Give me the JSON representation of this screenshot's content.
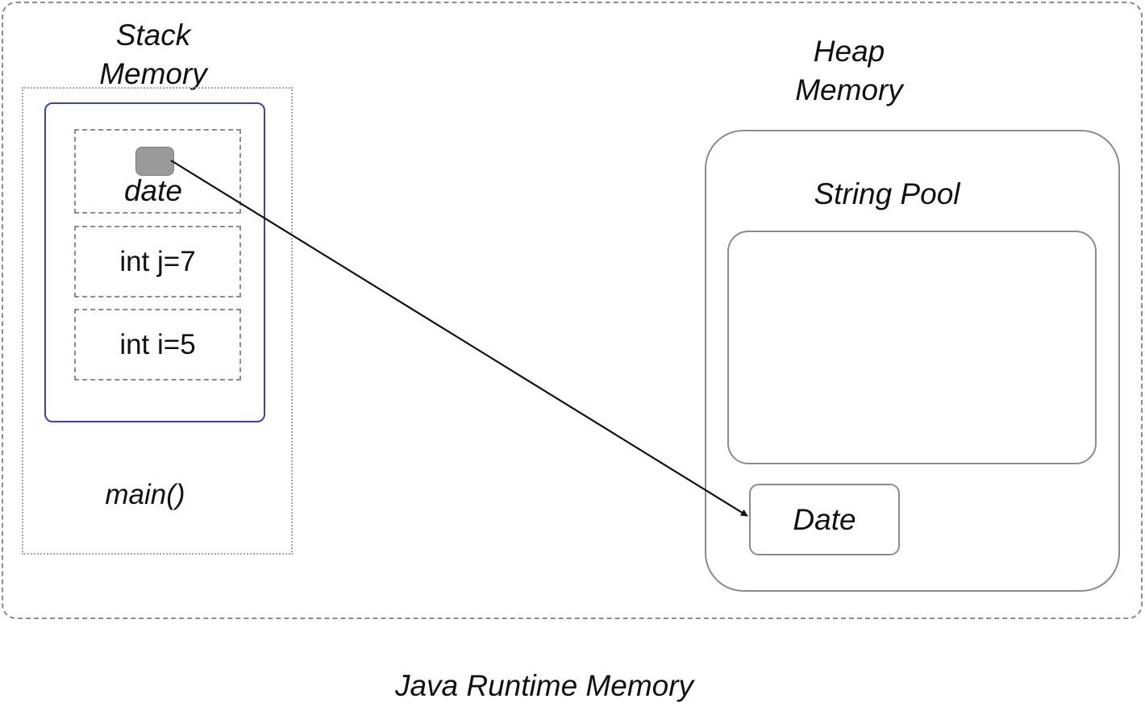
{
  "diagram": {
    "title": "Java Runtime Memory",
    "stack": {
      "title_line1": "Stack",
      "title_line2": "Memory",
      "frame_label": "main()",
      "slots": [
        {
          "label": "date",
          "kind": "reference"
        },
        {
          "label": "int j=7",
          "kind": "value"
        },
        {
          "label": "int i=5",
          "kind": "value"
        }
      ]
    },
    "heap": {
      "title_line1": "Heap",
      "title_line2": "Memory",
      "string_pool_label": "String Pool",
      "objects": [
        {
          "label": "Date"
        }
      ]
    },
    "references": [
      {
        "from": "date",
        "to": "Date"
      }
    ],
    "colors": {
      "frame_border": "#3c44aa",
      "reference_dot": "#9a9a9a",
      "box_border": "#8c8c8c",
      "arrow": "#111111"
    }
  }
}
